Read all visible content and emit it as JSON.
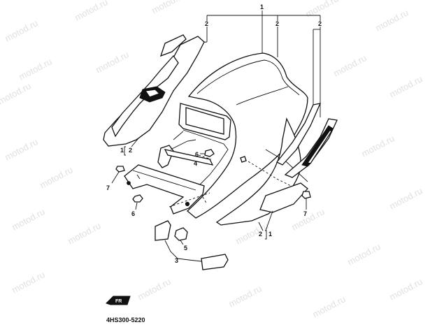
{
  "watermark_text": "motod.ru",
  "callouts": {
    "c1_top": "1",
    "c2_left": "2",
    "c2_mid": "2",
    "c2_right": "2",
    "c1_bracket_left": "1",
    "c2_bracket_left": "2",
    "c6_upper": "6",
    "c4": "4",
    "c7_left": "7",
    "c6_lower": "6",
    "c7_right": "7",
    "c2_bracket_right": "2",
    "c1_bracket_right": "1",
    "c5": "5",
    "c3": "3"
  },
  "fr_badge": "FR",
  "drawing_code": "4HS300-5220"
}
